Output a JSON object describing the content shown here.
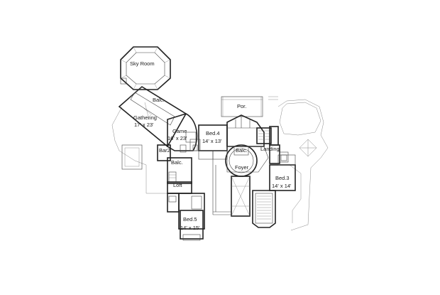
{
  "rooms": {
    "sky_room": "Sky Room",
    "balc_upper": "Balc.",
    "gathering": "Gathering",
    "gathering_size": "17' x 23'",
    "game": "Game",
    "game_size": "16' x 23'",
    "bed4": "Bed.4",
    "bed4_size": "14' x 13'",
    "por": "Por.",
    "balc_center": "Balc.",
    "landing": "Landing",
    "bar2": "Bar2",
    "balc_left": "Balc.",
    "foyer": "Foyer",
    "bed3": "Bed.3",
    "bed3_size": "14' x 14'",
    "loft": "Loft",
    "bed5": "Bed.5",
    "bed5_size": "14' x 15'"
  }
}
